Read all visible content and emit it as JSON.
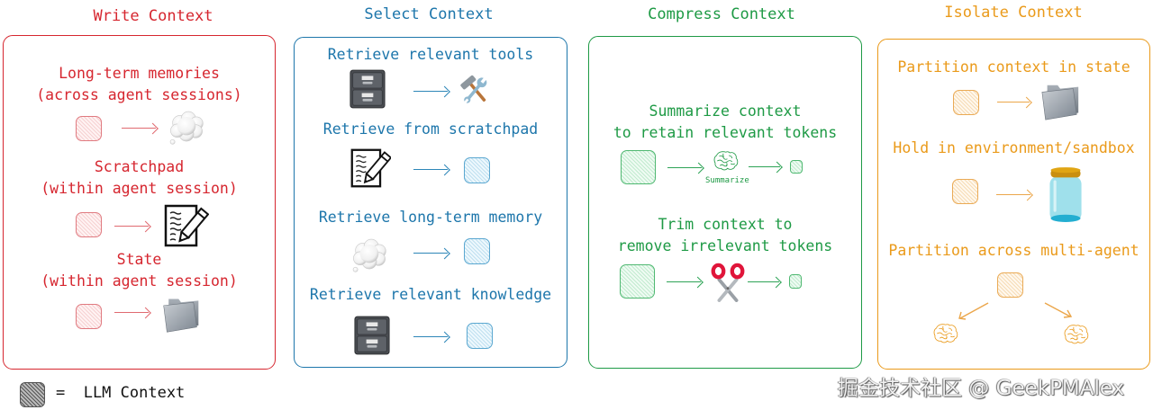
{
  "columns": [
    {
      "id": "write",
      "title": "Write Context",
      "color": "#d6262f",
      "items": [
        {
          "label_lines": [
            "Long-term memories",
            "(across agent sessions)"
          ],
          "from": "llm-context",
          "to": "thought-cloud-icon"
        },
        {
          "label_lines": [
            "Scratchpad",
            "(within agent session)"
          ],
          "from": "llm-context",
          "to": "notepad-pencil-icon"
        },
        {
          "label_lines": [
            "State",
            "(within agent session)"
          ],
          "from": "llm-context",
          "to": "folder-icon"
        }
      ]
    },
    {
      "id": "select",
      "title": "Select Context",
      "color": "#1d76ab",
      "items": [
        {
          "label_lines": [
            "Retrieve relevant tools"
          ],
          "from": "file-cabinet-icon",
          "to": "hammer-wrench-icon"
        },
        {
          "label_lines": [
            "Retrieve from scratchpad"
          ],
          "from": "notepad-pencil-icon",
          "to": "llm-context"
        },
        {
          "label_lines": [
            "Retrieve long-term memory"
          ],
          "from": "thought-cloud-icon",
          "to": "llm-context"
        },
        {
          "label_lines": [
            "Retrieve relevant knowledge"
          ],
          "from": "file-cabinet-icon",
          "to": "llm-context"
        }
      ]
    },
    {
      "id": "compress",
      "title": "Compress Context",
      "color": "#1e9a45",
      "items": [
        {
          "label_lines": [
            "Summarize context",
            "to retain relevant tokens"
          ],
          "from": "llm-context",
          "via": "brain-icon",
          "via_label": "Summarize",
          "to": "llm-context-small"
        },
        {
          "label_lines": [
            "Trim context to",
            "remove irrelevant tokens"
          ],
          "from": "llm-context",
          "via": "scissors-icon",
          "to": "llm-context-small"
        }
      ]
    },
    {
      "id": "isolate",
      "title": "Isolate Context",
      "color": "#ea9a1a",
      "items": [
        {
          "label_lines": [
            "Partition context in state"
          ],
          "from": "llm-context",
          "to": "folder-icon"
        },
        {
          "label_lines": [
            "Hold in environment/sandbox"
          ],
          "from": "llm-context",
          "to": "jar-icon"
        },
        {
          "label_lines": [
            "Partition across multi-agent"
          ],
          "from": "llm-context",
          "to": [
            "brain-icon",
            "brain-icon"
          ]
        }
      ]
    }
  ],
  "legend": {
    "symbol": "=",
    "label": "LLM Context",
    "text": "=  LLM Context"
  },
  "watermark": "掘金技术社区 @ GeekPMAlex"
}
